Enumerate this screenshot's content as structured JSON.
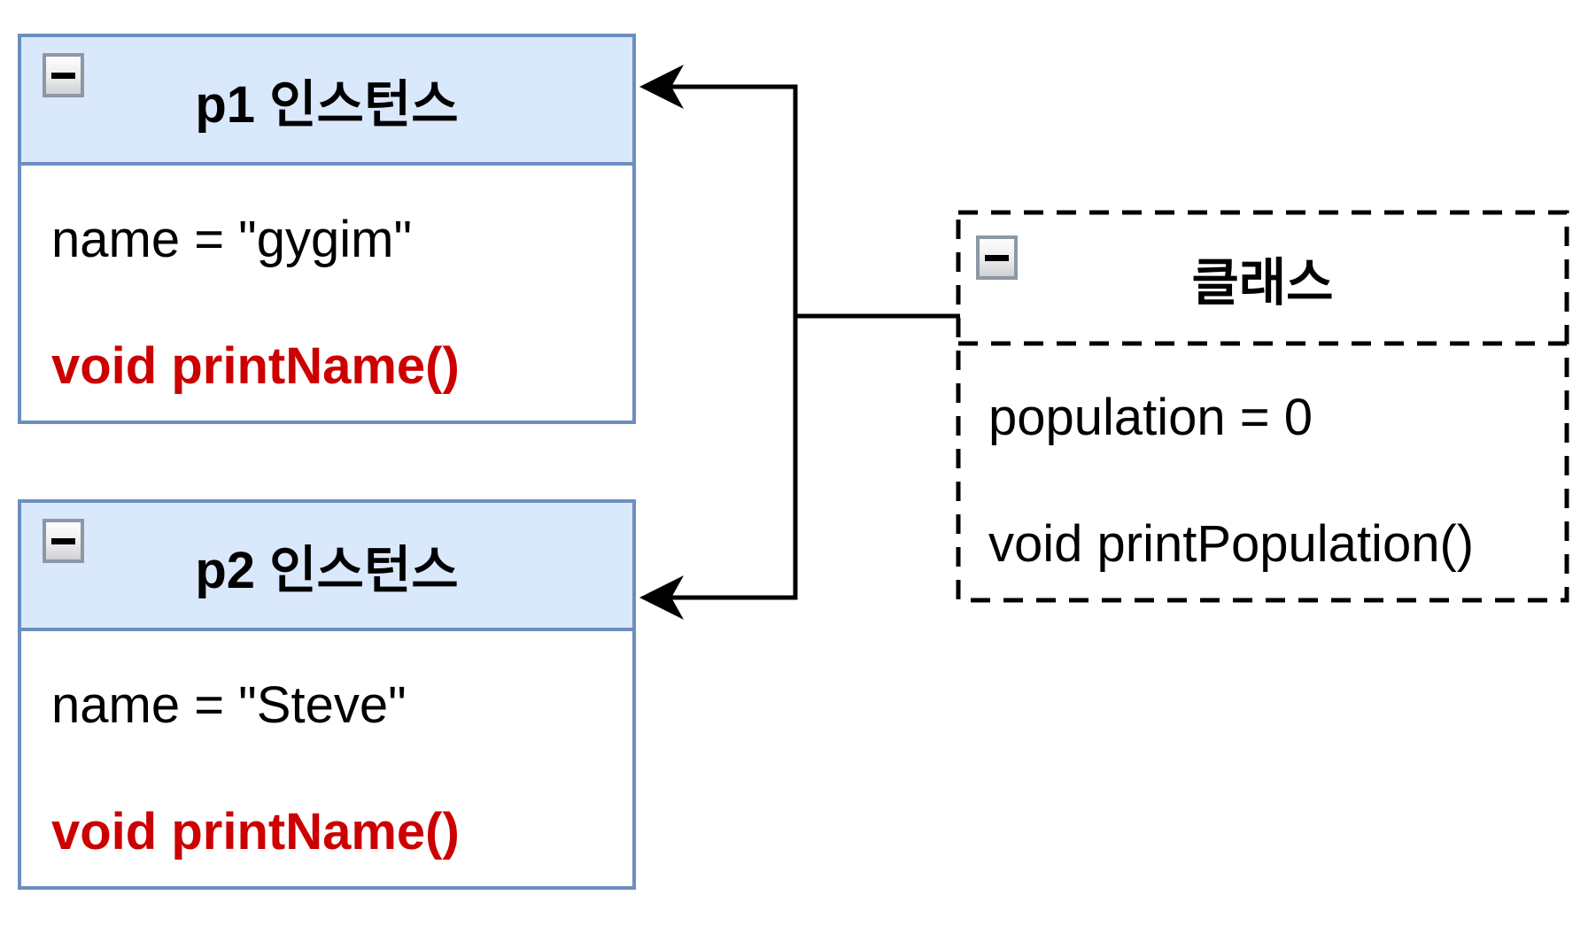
{
  "colors": {
    "background": "#ffffff",
    "instance_header_fill": "#dae8fc",
    "instance_border": "#6c8ebf",
    "class_border": "#000000",
    "connector": "#000000",
    "method_text": "#cc0000",
    "body_text": "#000000"
  },
  "icons": {
    "collapse": "minus-icon"
  },
  "boxes": {
    "p1_instance": {
      "title": "p1 인스턴스",
      "field": "name = \"gygim\"",
      "method": "void printName()"
    },
    "p2_instance": {
      "title": "p2 인스턴스",
      "field": "name = \"Steve\"",
      "method": "void printName()"
    },
    "class": {
      "title": "클래스",
      "field": "population = 0",
      "method": "void printPopulation()"
    }
  },
  "connectors": [
    {
      "from": "class",
      "to": "p1_instance",
      "style": "arrow"
    },
    {
      "from": "class",
      "to": "p2_instance",
      "style": "arrow"
    }
  ]
}
